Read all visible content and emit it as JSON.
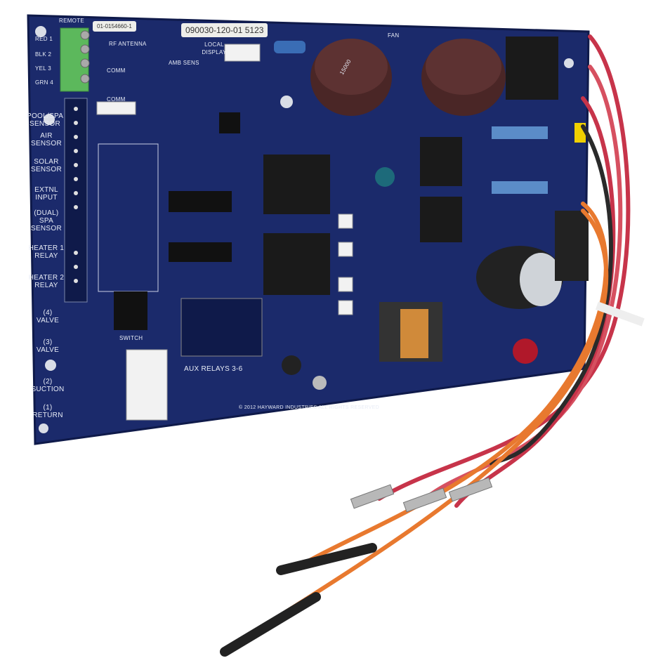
{
  "board": {
    "part_number": "090030-120-01 5123",
    "sticker_small": "01-0154660-1",
    "copyright": "© 2012 HAYWARD INDUSTRIES ALL RIGHTS RESERVED",
    "colors": {
      "pcb": "#1b2a6b",
      "terminal": "#5cb85c",
      "capacitor": "#4a2626"
    }
  },
  "labels": {
    "remote": "REMOTE",
    "red": "RED 1",
    "blk": "BLK 2",
    "yel": "YEL 3",
    "grn": "GRN 4",
    "pool_spa": "POOL/SPA SENSOR",
    "air": "AIR SENSOR",
    "solar": "SOLAR SENSOR",
    "extnl": "EXTNL INPUT",
    "dual_spa": "(DUAL) SPA SENSOR",
    "heater1": "HEATER 1 RELAY",
    "heater2": "HEATER 2 RELAY",
    "valve4": "(4) VALVE",
    "valve3": "(3) VALVE",
    "suction": "(2) SUCTION",
    "return": "(1) RETURN",
    "comm": "COMM",
    "comm2": "COMM",
    "antenna": "RF ANTENNA",
    "local_display": "LOCAL DISPLAY",
    "amb_sens": "AMB SENS",
    "fan": "FAN",
    "switch": "SWITCH",
    "aux_relays": "AUX RELAYS 3-6",
    "cap_value": "15000"
  }
}
